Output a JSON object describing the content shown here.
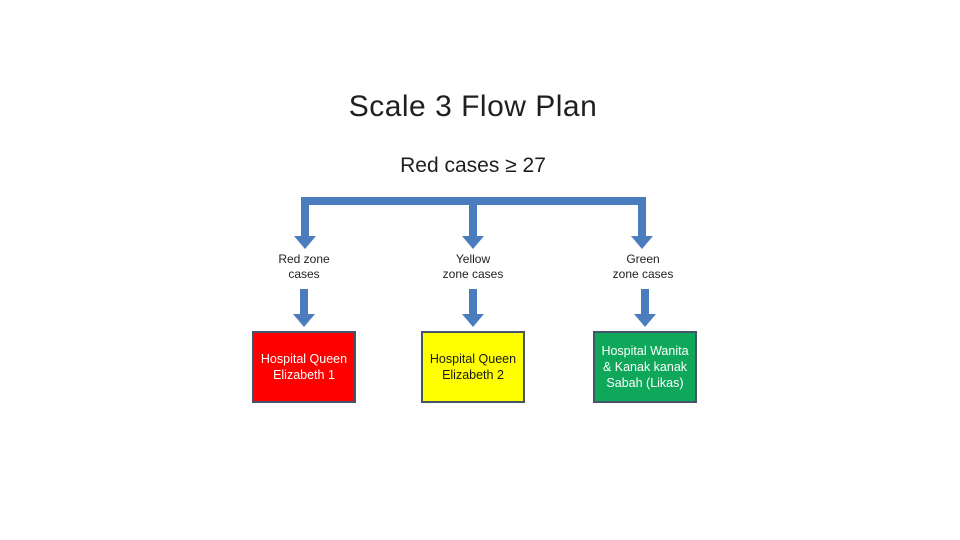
{
  "title": "Scale 3 Flow Plan",
  "condition": "Red cases ≥ 27",
  "branches": [
    {
      "zone_label": "Red zone\ncases",
      "box_label": "Hospital Queen\nElizabeth 1",
      "box_fill": "#fe0000",
      "box_text_color": "#ffffff"
    },
    {
      "zone_label": "Yellow\nzone cases",
      "box_label": "Hospital Queen\nElizabeth 2",
      "box_fill": "#ffff00",
      "box_text_color": "#1a1a1a"
    },
    {
      "zone_label": "Green\nzone cases",
      "box_label": "Hospital Wanita\n& Kanak kanak\nSabah (Likas)",
      "box_fill": "#0fa85a",
      "box_text_color": "#ffffff"
    }
  ],
  "colors": {
    "arrow": "#4a7cbe",
    "box_border": "#44546a",
    "text": "#1f1f1f",
    "background": "#ffffff"
  }
}
